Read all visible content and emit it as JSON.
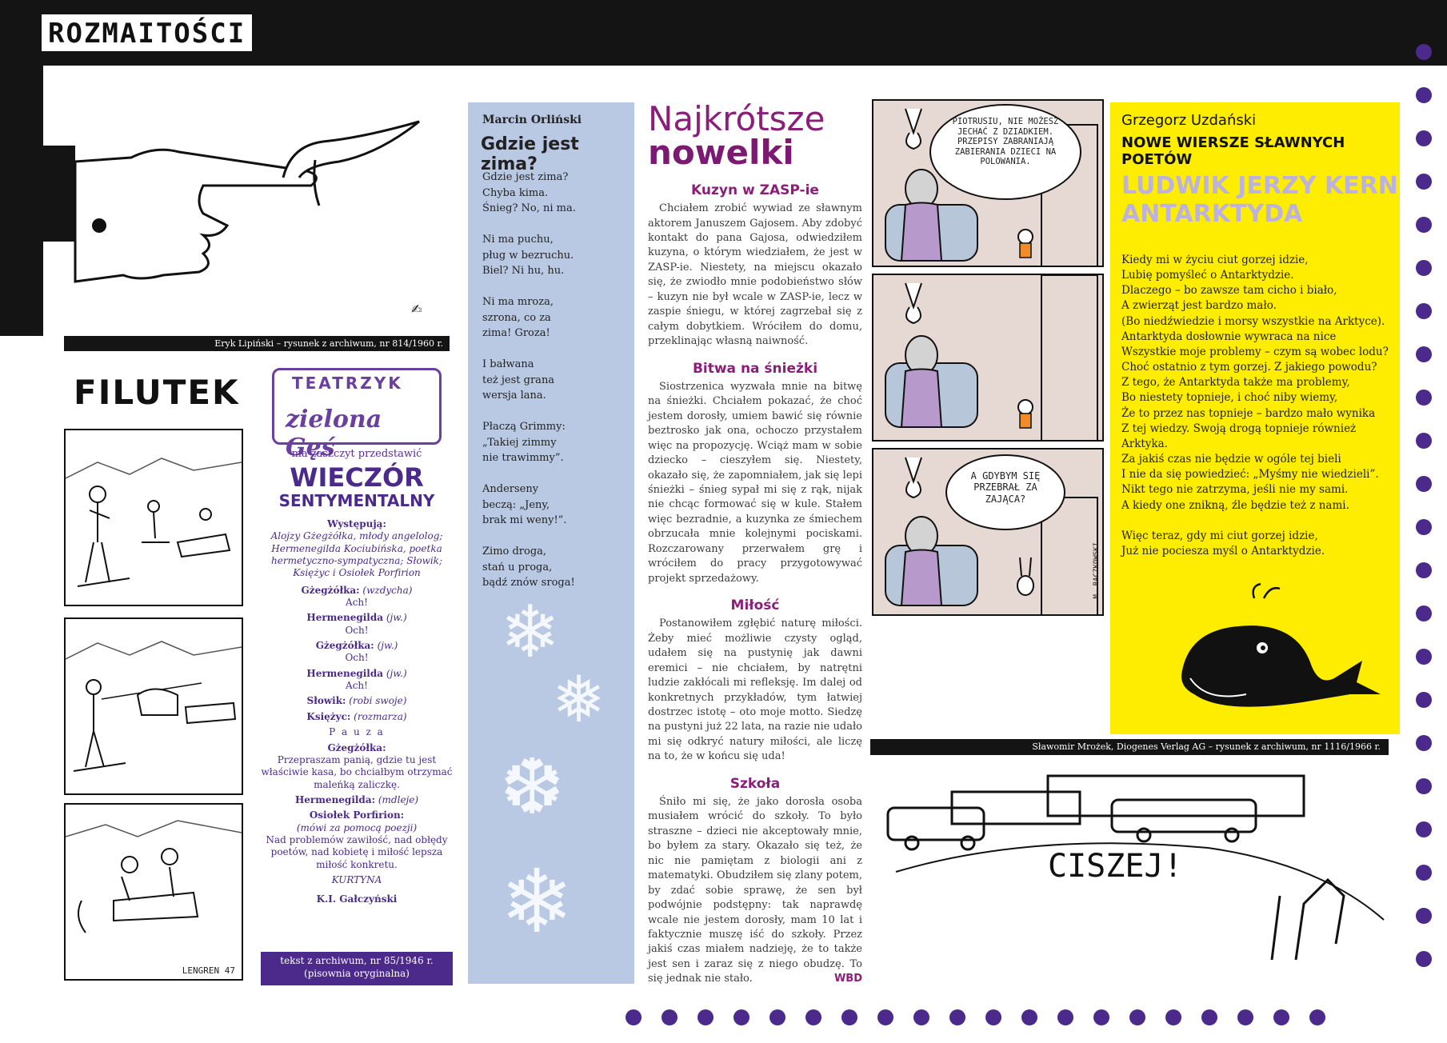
{
  "section_logo": "ROZMAITOŚCI",
  "lipinski_caption": "Eryk Lipiński – rysunek z archiwum, nr 814/1960 r.",
  "filutek": {
    "title": "FILUTEK",
    "signature": "LENGREN 47"
  },
  "teatrzyk": {
    "logo_line1": "TEATRZYK",
    "logo_line2": "zielona Gęś",
    "intro": "ma zaszczyt przedstawić",
    "title1": "WIECZÓR",
    "title2": "SENTYMENTALNY",
    "cast_heading": "Występują:",
    "cast": "Alojzy Gżegżółka, młody angelolog; Hermenegilda Kociubińska, poetka hermetyczno-sympatyczna; Słowik; Księżyc i Osiołek Porfirion",
    "lines": [
      {
        "role": "Gżegżółka:",
        "dir": "(wzdycha)",
        "text": "Ach!"
      },
      {
        "role": "Hermenegilda",
        "dir": "(jw.)",
        "text": "Och!"
      },
      {
        "role": "Gżegżółka:",
        "dir": "(jw.)",
        "text": "Och!"
      },
      {
        "role": "Hermenegilda",
        "dir": "(jw.)",
        "text": "Ach!"
      },
      {
        "role": "Słowik:",
        "dir": "(robi swoje)",
        "text": ""
      },
      {
        "role": "Księżyc:",
        "dir": "(rozmarza)",
        "text": ""
      }
    ],
    "pause": "P a u z a",
    "line_g_role": "Gżegżółka:",
    "line_g_text": "Przepraszam panią, gdzie tu jest właściwie kasa, bo chciałbym otrzymać maleńką zaliczkę.",
    "line_h_role": "Hermenegilda:",
    "line_h_dir": "(mdleje)",
    "line_o_role": "Osiołek Porfirion:",
    "line_o_dir": "(mówi za pomocą poezji)",
    "line_o_text": "Nad problemów zawiłość, nad obłędy poetów, nad kobietę i miłość lepsza miłość konkretu.",
    "curtain": "KURTYNA",
    "author": "K.I. Gałczyński",
    "foot1": "tekst z archiwum, nr 85/1946 r.",
    "foot2": "(pisownia oryginalna)"
  },
  "winter": {
    "author": "Marcin Orliński",
    "title": "Gdzie jest zima?",
    "poem": "Gdzie jest zima?\nChyba kima.\nŚnieg? No, ni ma.\n\nNi ma puchu,\npług w bezruchu.\nBiel? Ni hu, hu.\n\nNi ma mroza,\nszrona, co za\nzima! Groza!\n\nI bałwana\nteż jest grana\nwersja lana.\n\nPłaczą Grimmy:\n„Takiej zimmy\nnie trawimmy”.\n\nAnderseny\nbeczą: „Jeny,\nbrak mi weny!”.\n\nZimo droga,\nstań u proga,\nbądź znów sroga!"
  },
  "nowelki": {
    "title_light": "Najkrótsze",
    "title_bold": "nowelki",
    "sections": [
      {
        "heading": "Kuzyn w ZASP-ie",
        "text": "Chciałem zrobić wywiad ze sławnym aktorem Januszem Gajosem. Aby zdobyć kontakt do pana Gajosa, odwiedziłem kuzyna, o którym wiedziałem, że jest w ZASP-ie. Niestety, na miejscu okazało się, że zwiodło mnie podobieństwo słów – kuzyn nie był wcale w ZASP-ie, lecz w zaspie śniegu, w której zagrzebał się z całym dobytkiem. Wróciłem do domu, przeklinając własną naiwność."
      },
      {
        "heading": "Bitwa na śnieżki",
        "text": "Siostrzenica wyzwała mnie na bitwę na śnieżki. Chciałem pokazać, że choć jestem dorosły, umiem bawić się równie beztrosko jak ona, ochoczo przystałem więc na propozycję. Wciąż mam w sobie dziecko – cieszyłem się. Niestety, okazało się, że zapomniałem, jak się lepi śnieżki – śnieg sypał mi się z rąk, nijak nie chcąc formować się w kule. Stałem więc bezradnie, a kuzynka ze śmiechem obrzucała mnie kolejnymi pociskami. Rozczarowany przerwałem grę i wróciłem do pracy przygotowywać projekt sprzedażowy."
      },
      {
        "heading": "Miłość",
        "text": "Postanowiłem zgłębić naturę miłości. Żeby mieć możliwie czysty ogląd, udałem się na pustynię jak dawni eremici – nie chciałem, by natrętni ludzie zakłócali mi refleksję. Im dalej od konkretnych przykładów, tym łatwiej dostrzec istotę – oto moje motto. Siedzę na pustyni już 22 lata, na razie nie udało mi się odkryć natury miłości, ale liczę na to, że w końcu się uda!"
      },
      {
        "heading": "Szkoła",
        "text": "Śniło mi się, że jako dorosła osoba musiałem wrócić do szkoły. To było straszne – dzieci nie akceptowały mnie, bo byłem za stary. Okazało się też, że nic nie pamiętam z biologii ani z matematyki. Obudziłem się zlany potem, by zdać sobie sprawę, że sen był podwójnie podstępny: tak naprawdę wcale nie jestem dorosły, mam 10 lat i faktycznie muszę iść do szkoły. Przez jakiś czas miałem nadzieję, że to także jest sen i zaraz się z niego obudzę. To się jednak nie stało."
      }
    ],
    "signature": "WBD"
  },
  "mrozek": {
    "bubble1": "PIOTRUSIU, NIE MOŻESZ JECHAĆ Z DZIADKIEM. PRZEPISY ZABRANIAJĄ ZABIERANIA DZIECI NA POLOWANIA.",
    "bubble3": "A GDYBYM SIĘ PRZEBRAŁ ZA ZAJĄCA?",
    "signature": "M. RACZKOWSKI",
    "caption": "Sławomir Mrożek, Diogenes Verlag AG – rysunek z archiwum, nr 1116/1966 r."
  },
  "yellow": {
    "author": "Grzegorz Uzdański",
    "heading": "NOWE WIERSZE SŁAWNYCH POETÓW",
    "poet": "LUDWIK JERZY KERN",
    "poem_title": "ANTARKTYDA",
    "poem": "Kiedy mi w życiu ciut gorzej idzie,\nLubię pomyśleć o Antarktydzie.\nDlaczego – bo zawsze tam cicho i biało,\nA zwierząt jest bardzo mało.\n(Bo niedźwiedzie i morsy wszystkie na Arktyce).\nAntarktyda dosłownie wywraca na nice\nWszystkie moje problemy – czym są wobec lodu?\nChoć ostatnio z tym gorzej. Z jakiego powodu?\nZ tego, że Antarktyda także ma problemy,\nBo niestety topnieje, i choć niby wiemy,\nŻe to przez nas topnieje – bardzo mało wynika\nZ tej wiedzy. Swoją drogą topnieje również Arktyka.\nZa jakiś czas nie będzie w ogóle tej bieli\nI nie da się powiedzieć: „Myśmy nie wiedzieli”.\nNikt tego nie zatrzyma, jeśli nie my sami.\nA kiedy one znikną, źle będzie też z nami.\n\nWięc teraz, gdy mi ciut gorzej idzie,\nJuż nie pociesza myśl o Antarktydzie."
  },
  "traffic_sketch_label": "CISZEJ!"
}
